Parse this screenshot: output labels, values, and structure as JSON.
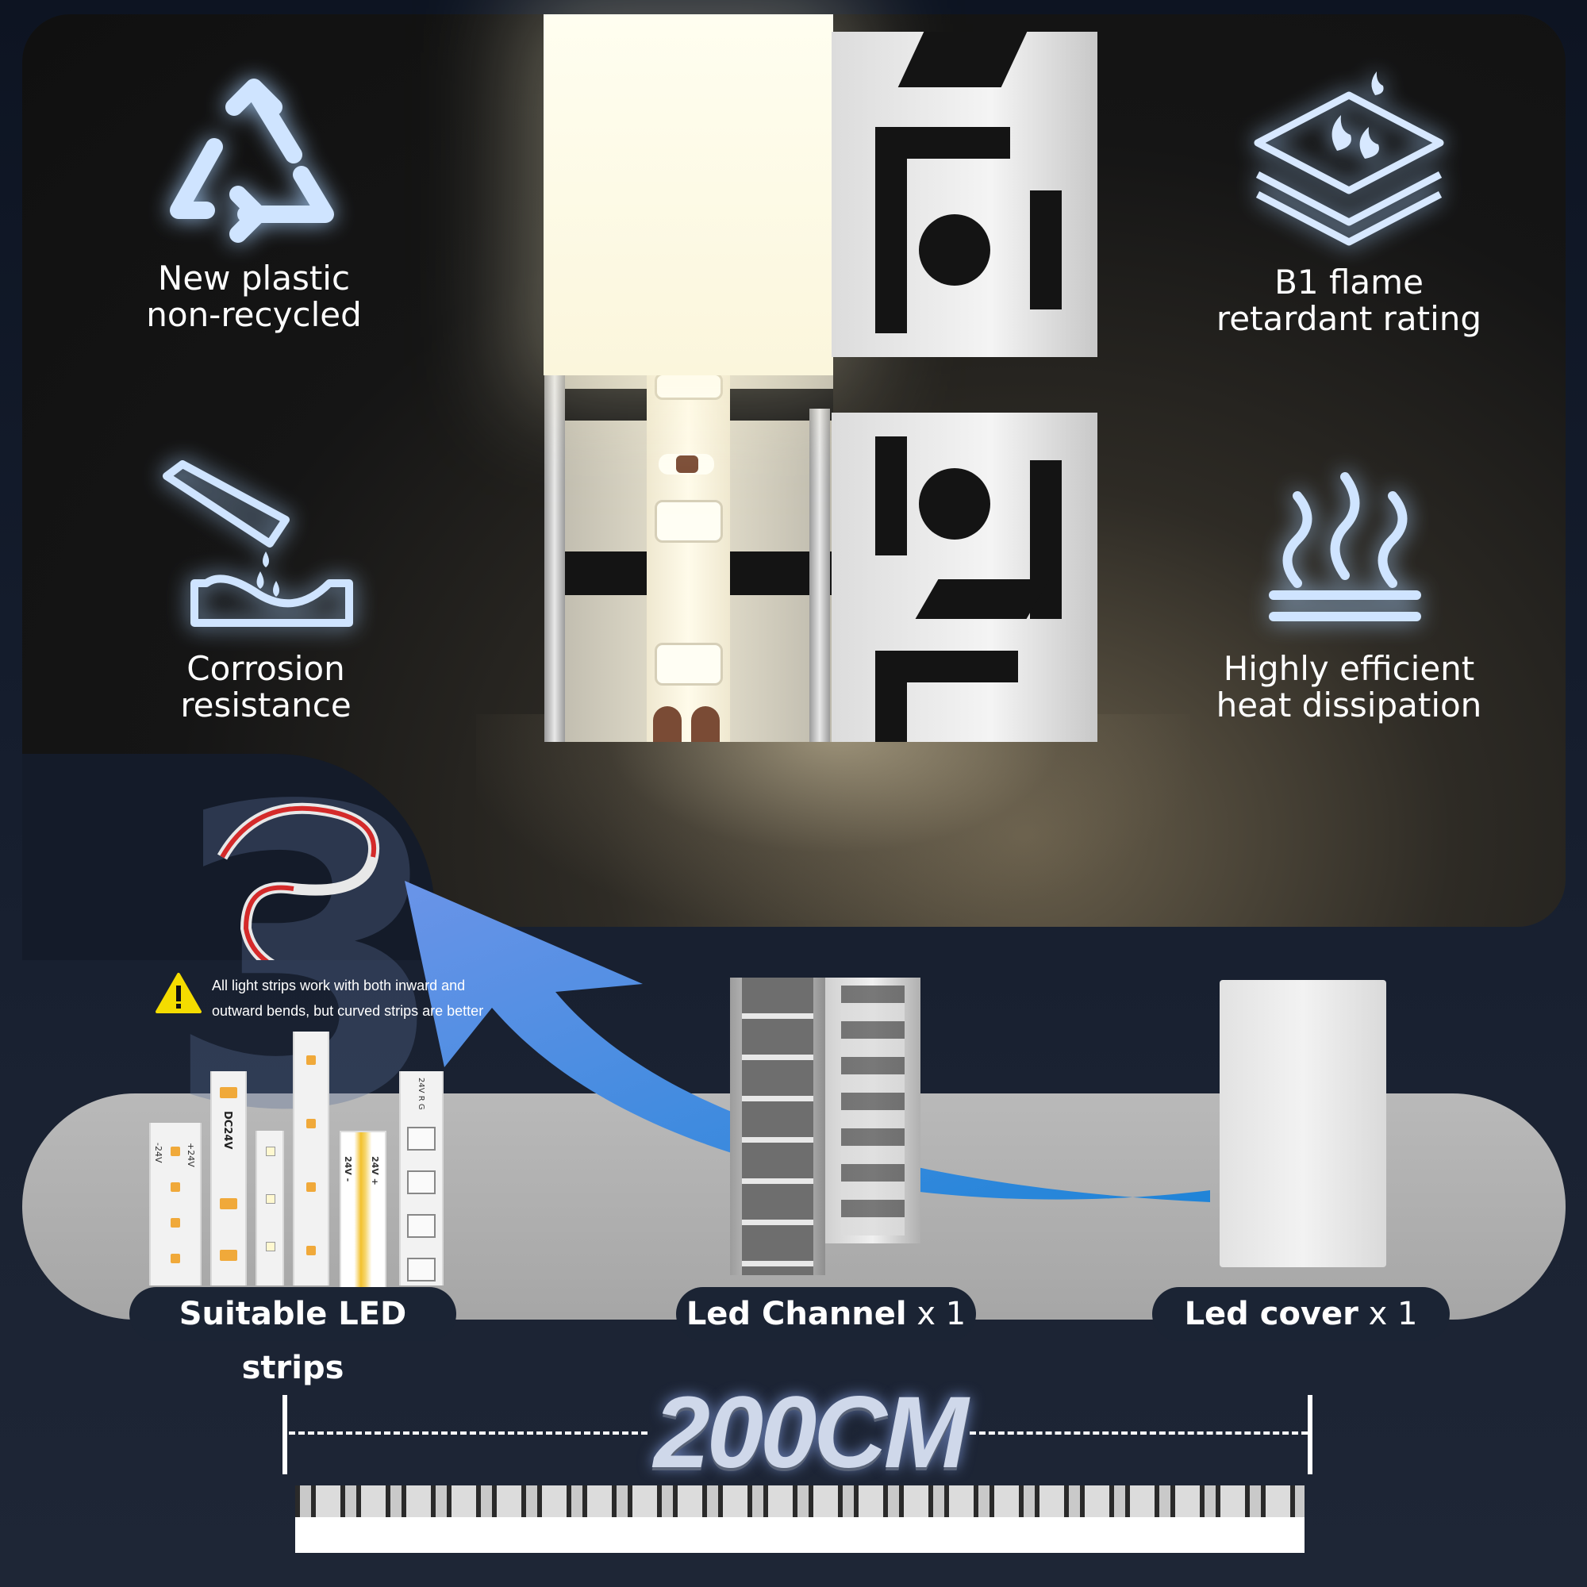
{
  "features": {
    "recycle": {
      "line1": "New plastic",
      "line2": "non-recycled",
      "icon": "recycle-icon"
    },
    "flame": {
      "line1": "B1 flame",
      "line2": "retardant rating",
      "icon": "flame-layers-icon"
    },
    "corrosion": {
      "line1": "Corrosion",
      "line2": "resistance",
      "icon": "test-tube-drop-icon"
    },
    "heat": {
      "line1": "Highly efficient",
      "line2": "heat dissipation",
      "icon": "heat-waves-icon"
    }
  },
  "warning": {
    "icon": "warning-icon",
    "line1": "All light strips work with both inward and",
    "line2": "outward bends, but curved strips are better"
  },
  "big_number": "3",
  "strip_labels": {
    "strip1_a": "-24V",
    "strip1_b": "+24V",
    "strip2": "DC24V",
    "strip5_a": "24V -",
    "strip5_b": "24V +",
    "strip6": "24V R G"
  },
  "items": {
    "strips": {
      "label": "Suitable LED strips"
    },
    "channel": {
      "label": "Led Channel",
      "qty": " x 1"
    },
    "cover": {
      "label": "Led cover",
      "qty": " x 1"
    }
  },
  "dimension": {
    "label": "200CM"
  },
  "colors": {
    "accent_arrow": "#3f8fe0",
    "panel": "#101010",
    "pill": "#1b2434"
  }
}
